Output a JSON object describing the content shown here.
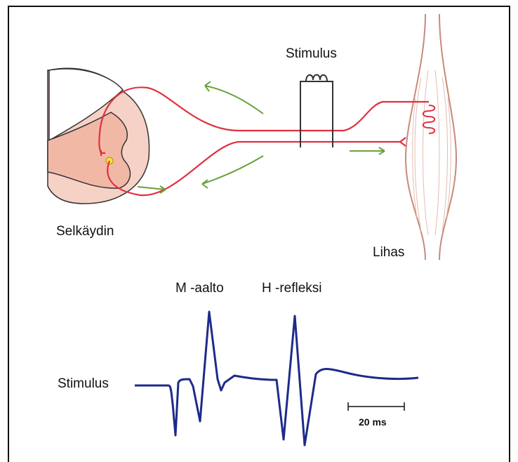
{
  "labels": {
    "stimulus_top": "Stimulus",
    "spinal_cord": "Selkäydin",
    "muscle": "Lihas",
    "m_wave": "M -aalto",
    "h_reflex": "H -refleksi",
    "stimulus_trace": "Stimulus",
    "scale_bar": "20 ms"
  },
  "colors": {
    "nerve": "#e03040",
    "arrow": "#6aa03a",
    "trace": "#1e2a8a",
    "cord_outer": "#f6d2c6",
    "cord_inner": "#f2b8a6",
    "muscle_line": "#c88a78"
  }
}
